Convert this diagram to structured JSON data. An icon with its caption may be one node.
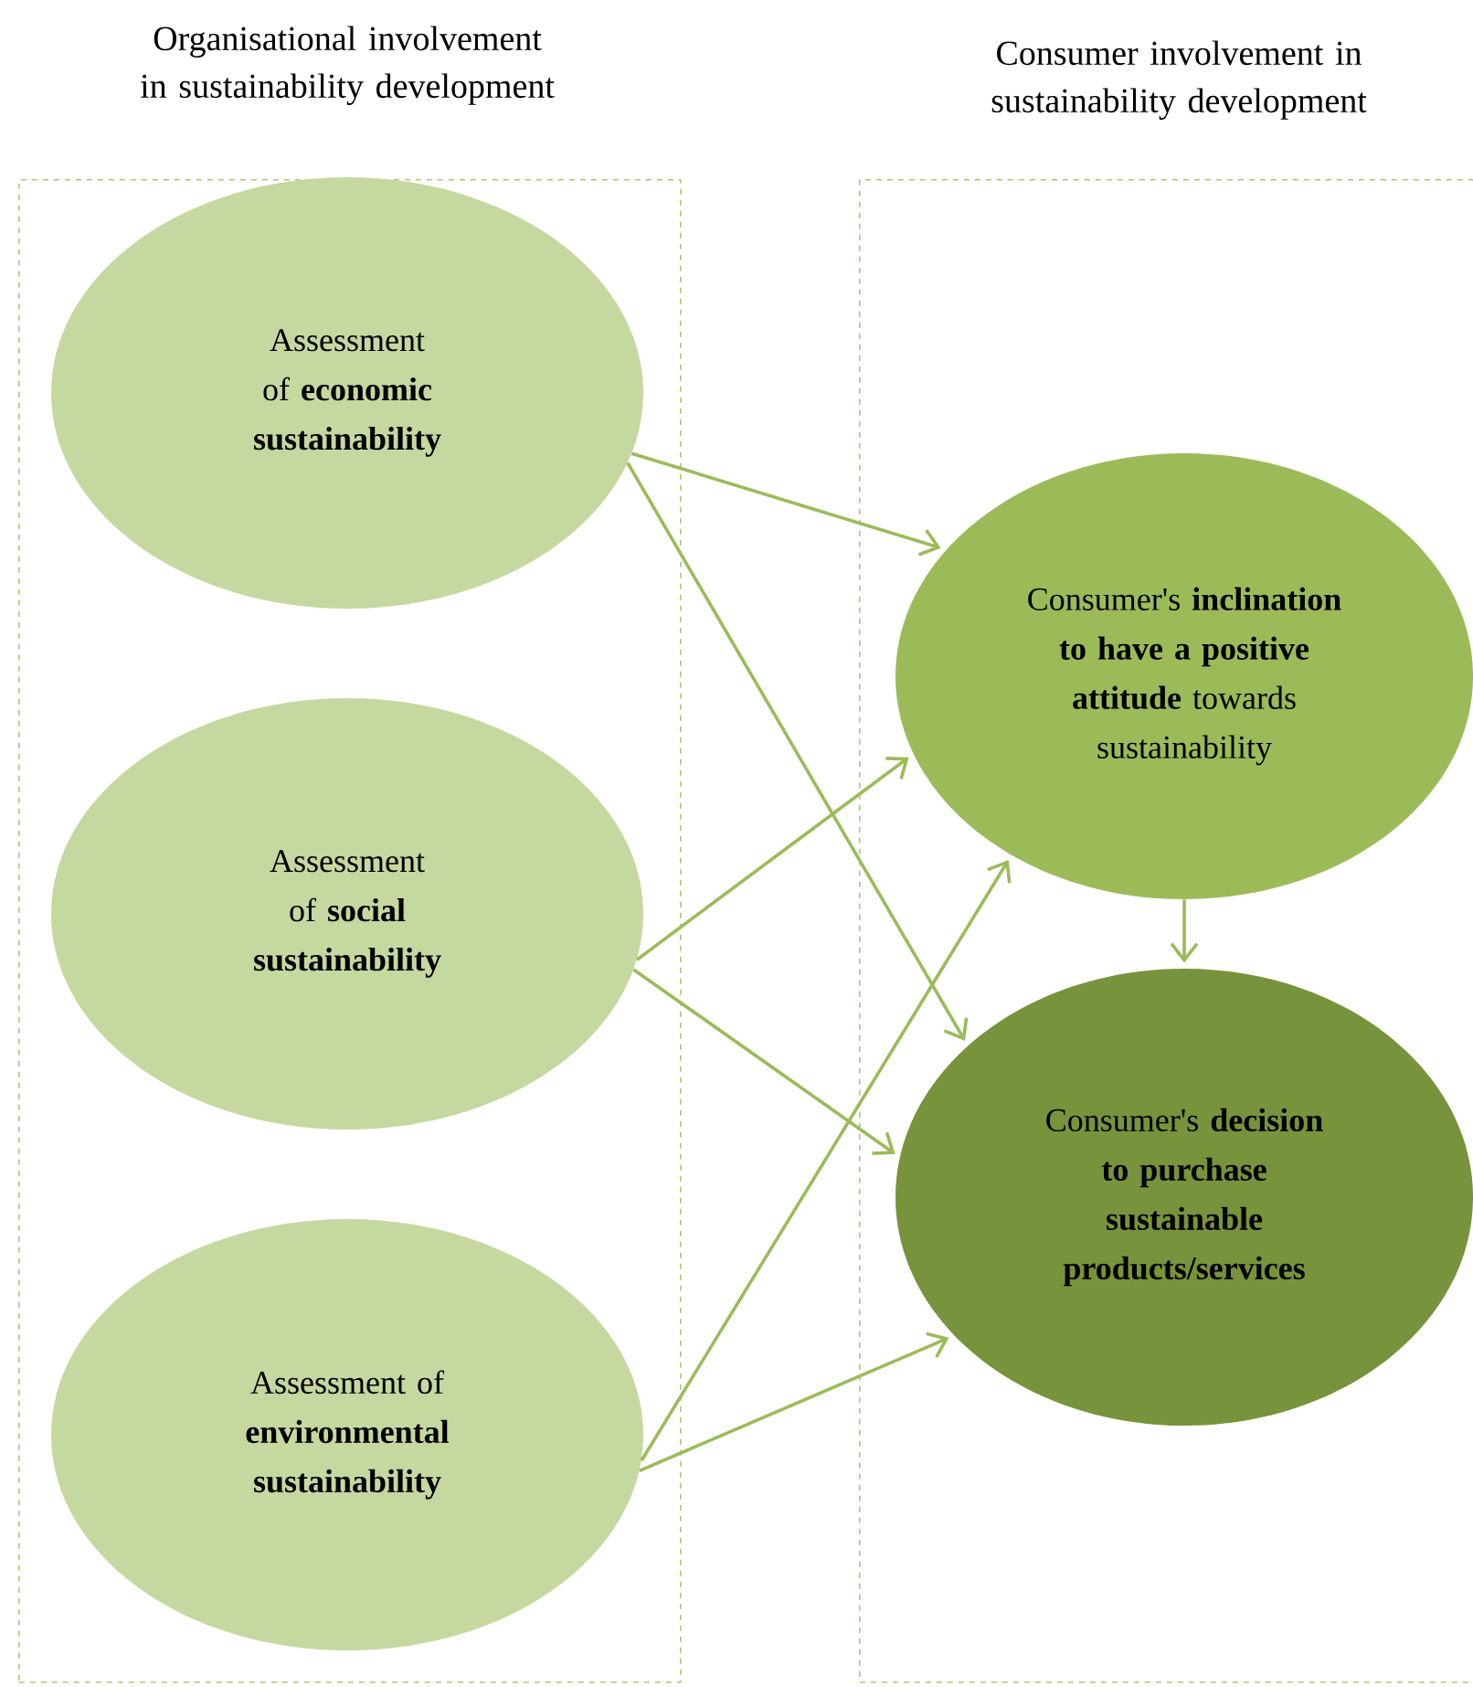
{
  "diagram": {
    "nodes": [
      {
        "text": [
          "Organisational involvement in sustainability development"
        ]
      },
      {
        "text": [
          "Consumer involvement in sustainability development"
        ]
      },
      {
        "text": [
          "Assessment of **economic sustainability**"
        ],
        "in": 0
      },
      {
        "text": [
          "Assessment of **social sustainability**"
        ],
        "in": 0
      },
      {
        "text": [
          "Assessment of **environmental sustainability**"
        ],
        "in": 0
      },
      {
        "text": [
          "Consumer's **inclination to have a positive attitude** towards sustainability"
        ],
        "in": 1
      },
      {
        "text": [
          "Consumer's **decision to purchase sustainable products/services**"
        ],
        "in": 1
      }
    ],
    "edges": [
      {
        "from": 2,
        "to": 5,
        "arrow": "to"
      },
      {
        "from": 2,
        "to": 6,
        "arrow": "to"
      },
      {
        "from": 3,
        "to": 5,
        "arrow": "to"
      },
      {
        "from": 3,
        "to": 6,
        "arrow": "to"
      },
      {
        "from": 4,
        "to": 5,
        "arrow": "to"
      },
      {
        "from": 4,
        "to": 6,
        "arrow": "to"
      },
      {
        "from": 5,
        "to": 6,
        "arrow": "to"
      }
    ]
  }
}
